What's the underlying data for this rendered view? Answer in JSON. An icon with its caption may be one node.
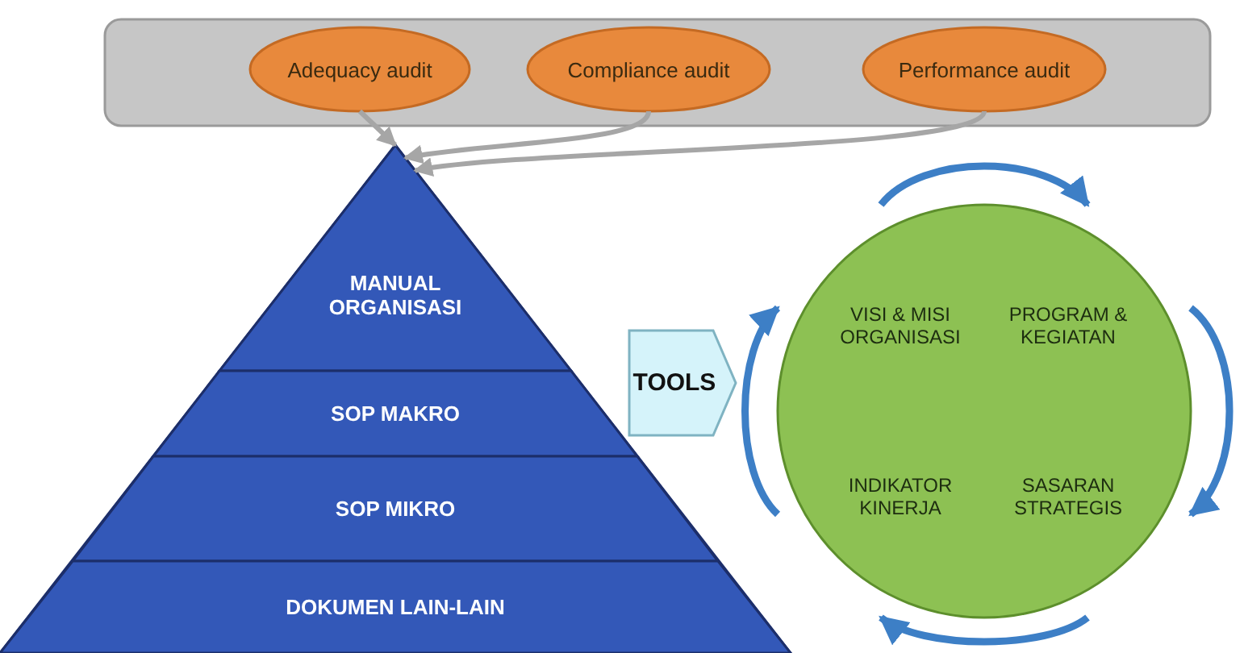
{
  "diagram": {
    "nodes": [
      {
        "text": [],
        "shape": "box"
      },
      {
        "text": [
          "Adequacy audit"
        ],
        "in": 0
      },
      {
        "text": [
          "Compliance audit"
        ],
        "in": 0
      },
      {
        "text": [
          "Performance audit"
        ],
        "in": 0
      },
      {
        "text": [],
        "shape": "triangle"
      },
      {
        "text": [
          "MANUAL ORGANISASI"
        ],
        "in": 4
      },
      {
        "text": [
          "SOP MAKRO"
        ],
        "in": 4
      },
      {
        "text": [
          "SOP MIKRO"
        ],
        "in": 4
      },
      {
        "text": [
          "DOKUMEN LAIN-LAIN"
        ],
        "in": 4
      },
      {
        "text": [
          "TOOLS"
        ]
      },
      {
        "text": [],
        "shape": "circle"
      },
      {
        "text": [
          "VISI & MISI ORGANISASI"
        ],
        "in": 10
      },
      {
        "text": [
          "PROGRAM & KEGIATAN"
        ],
        "in": 10
      },
      {
        "text": [
          "INDIKATOR KINERJA"
        ],
        "in": 10
      },
      {
        "text": [
          "SASARAN STRATEGIS"
        ],
        "in": 10
      }
    ],
    "edges": [
      {
        "from": 1,
        "to": 4,
        "arrow": "to",
        "color": "#a6a6a6"
      },
      {
        "from": 2,
        "to": 4,
        "arrow": "to",
        "color": "#a6a6a6"
      },
      {
        "from": 3,
        "to": 4,
        "arrow": "to",
        "color": "#a6a6a6"
      },
      {
        "from": 11,
        "to": 12,
        "arrow": "to",
        "color": "#3d7fc6"
      },
      {
        "from": 12,
        "to": 14,
        "arrow": "to",
        "color": "#3d7fc6"
      },
      {
        "from": 14,
        "to": 13,
        "arrow": "to",
        "color": "#3d7fc6"
      },
      {
        "from": 13,
        "to": 11,
        "arrow": "to",
        "color": "#3d7fc6"
      }
    ]
  }
}
